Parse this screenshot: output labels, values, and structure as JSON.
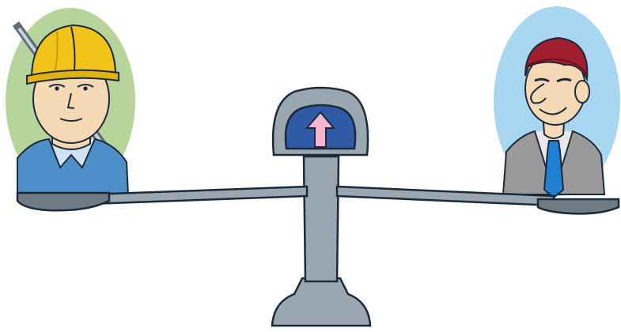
{
  "illustration": {
    "subject": "balance-scale",
    "left_figure": "worker-with-hard-hat",
    "right_figure": "businessman-in-suit",
    "indicator": "up-arrow-icon",
    "colors": {
      "left_backdrop": "#b7d49a",
      "right_backdrop": "#a9d6f0",
      "scale_metal": "#9aa7b1",
      "scale_dark": "#6f7b85",
      "dial_face": "#2f5aa5",
      "arrow": "#f6b6cf",
      "hard_hat": "#f2c318",
      "skin": "#f5d9b4",
      "worker_shirt": "#4f8fc9",
      "suit": "#9a9a9a",
      "tie": "#1f7fd0",
      "hair": "#a01e2e"
    }
  }
}
